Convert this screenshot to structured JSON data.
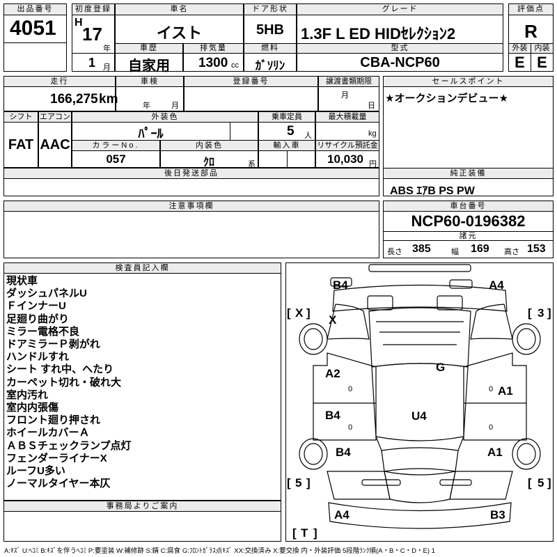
{
  "header": {
    "lot_no_label": "出品番号",
    "lot_no": "4051",
    "first_reg_label": "初度登録",
    "era": "H",
    "year": "17",
    "year_unit": "年",
    "month": "1",
    "month_unit": "月",
    "car_name_label": "車名",
    "car_name": "イスト",
    "doors_label": "ドア形状",
    "doors": "5HB",
    "grade_label": "グレード",
    "grade": "1.3F  L  ED  HIDｾﾚｸｼｮﾝ2",
    "score_label": "評価点",
    "score": "R",
    "history_label": "車歴",
    "history": "自家用",
    "displacement_label": "排気量",
    "displacement": "1300",
    "cc": "cc",
    "fuel_label": "燃料",
    "fuel": "ｶﾞｿﾘﾝ",
    "model_label": "型式",
    "model": "CBA-NCP60",
    "exterior_label": "外装",
    "exterior": "E",
    "interior_label": "内装",
    "interior": "E"
  },
  "info": {
    "mileage_label": "走行",
    "mileage": "166,275",
    "km": "km",
    "inspection_label": "車検",
    "inspection_year": "年",
    "inspection_month": "月",
    "reg_no_label": "登録番号",
    "transfer_label": "譲渡書類期限",
    "transfer_month": "月",
    "transfer_day": "日",
    "shift_label": "シフト",
    "shift": "FAT",
    "ac_label": "エアコン",
    "ac": "AAC",
    "ext_color_label": "外装色",
    "ext_color": "ﾊﾟｰﾙ",
    "capacity_label": "乗車定員",
    "capacity": "5",
    "capacity_unit": "人",
    "max_load_label": "最大積載量",
    "max_load_unit": "kg",
    "color_no_label": "カラーNo.",
    "color_no": "057",
    "int_color_label": "内装色",
    "int_color": "ｸﾛ",
    "int_color_unit": "系",
    "import_label": "輸入車",
    "recycle_label": "リサイクル預託金",
    "recycle": "10,030",
    "recycle_unit": "円",
    "later_parts_label": "後日発送部品",
    "sales_point_label": "セールスポイント",
    "sales_point": "★オークションデビュー★",
    "equipment_label": "純正装備",
    "equipment": "ABS ｴｱB PS PW",
    "caution_label": "注意事項欄",
    "chassis_label": "車台番号",
    "chassis": "NCP60-0196382",
    "specs_label": "諸元",
    "length_label": "長さ",
    "length": "385",
    "width_label": "幅",
    "width": "169",
    "height_label": "高さ",
    "height": "153"
  },
  "inspector": {
    "label": "検査員記入欄",
    "notes": [
      "現状車",
      "ダッシュパネルU",
      "ＦインナーU",
      "足廻り曲がり",
      "ミラー電格不良",
      "ドアミラーＰ剥がれ",
      "ハンドルすれ",
      "シート すれ中、へたり",
      "カーペット切れ・破れ大",
      "室内汚れ",
      "室内内張傷",
      "フロント廻り押され",
      "ホイールカバーＡ",
      "ＡＢＳチェックランプ点灯",
      "フェンダーライナーX",
      "ルーフU多い",
      "ノーマルタイヤー本仄"
    ]
  },
  "office": {
    "label": "事務局よりご案内"
  },
  "diagram": {
    "marks": {
      "front_left": "B4",
      "front_right": "A4",
      "wheel_fl": "X",
      "wheel_fr": "3",
      "fender_left_x": "X",
      "hood": "G",
      "door_fl": "A2",
      "door_rl": "B4",
      "door_fr": "A1",
      "roof": "U4",
      "rear_left": "B4",
      "rear_right": "A1",
      "wheel_rl": "5",
      "wheel_rr": "5",
      "bumper_rl": "A4",
      "bumper_rr": "B3",
      "trunk": "T",
      "pillar_left_a": "0",
      "pillar_left_b": "0",
      "pillar_right_a": "0",
      "pillar_right_b": "0"
    }
  },
  "legend": "A:ｷｽﾞ  U:ﾍｺﾐ B:ｷｽﾞを伴うﾍｺﾐ P:要塗装 W:補修跡 S:錆 C:腐食 G:ﾌﾛﾝﾄｶﾞﾗｽ点ｷｽﾞ XX:交換済み X:要交換  内・外装評価  5段階ﾗﾝｸ順(A・B・C・D・E) 1"
}
